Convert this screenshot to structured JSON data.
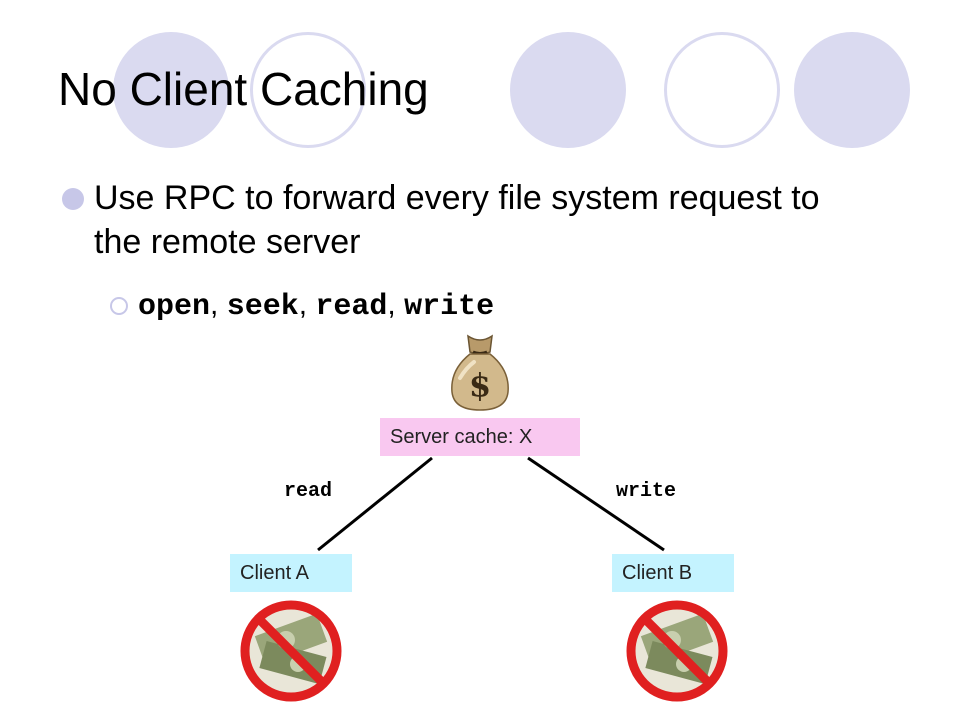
{
  "slide": {
    "title": "No Client Caching",
    "bullet": "Use RPC to forward every file system request to the remote server",
    "sub_bullet": {
      "items": [
        "open",
        "seek",
        "read",
        "write"
      ],
      "separator": ", "
    }
  },
  "diagram": {
    "server_label": "Server cache:  X",
    "client_a_label": "Client A",
    "client_b_label": "Client B",
    "read_label": "read",
    "write_label": "write",
    "moneybag_symbol": "$",
    "icons": {
      "server": "money-bag-icon",
      "client": "no-money-icon"
    }
  },
  "colors": {
    "decoration": "#dadaf0",
    "server_box": "#f9c8f0",
    "client_box": "#c4f3ff",
    "prohibition": "#e02020"
  }
}
